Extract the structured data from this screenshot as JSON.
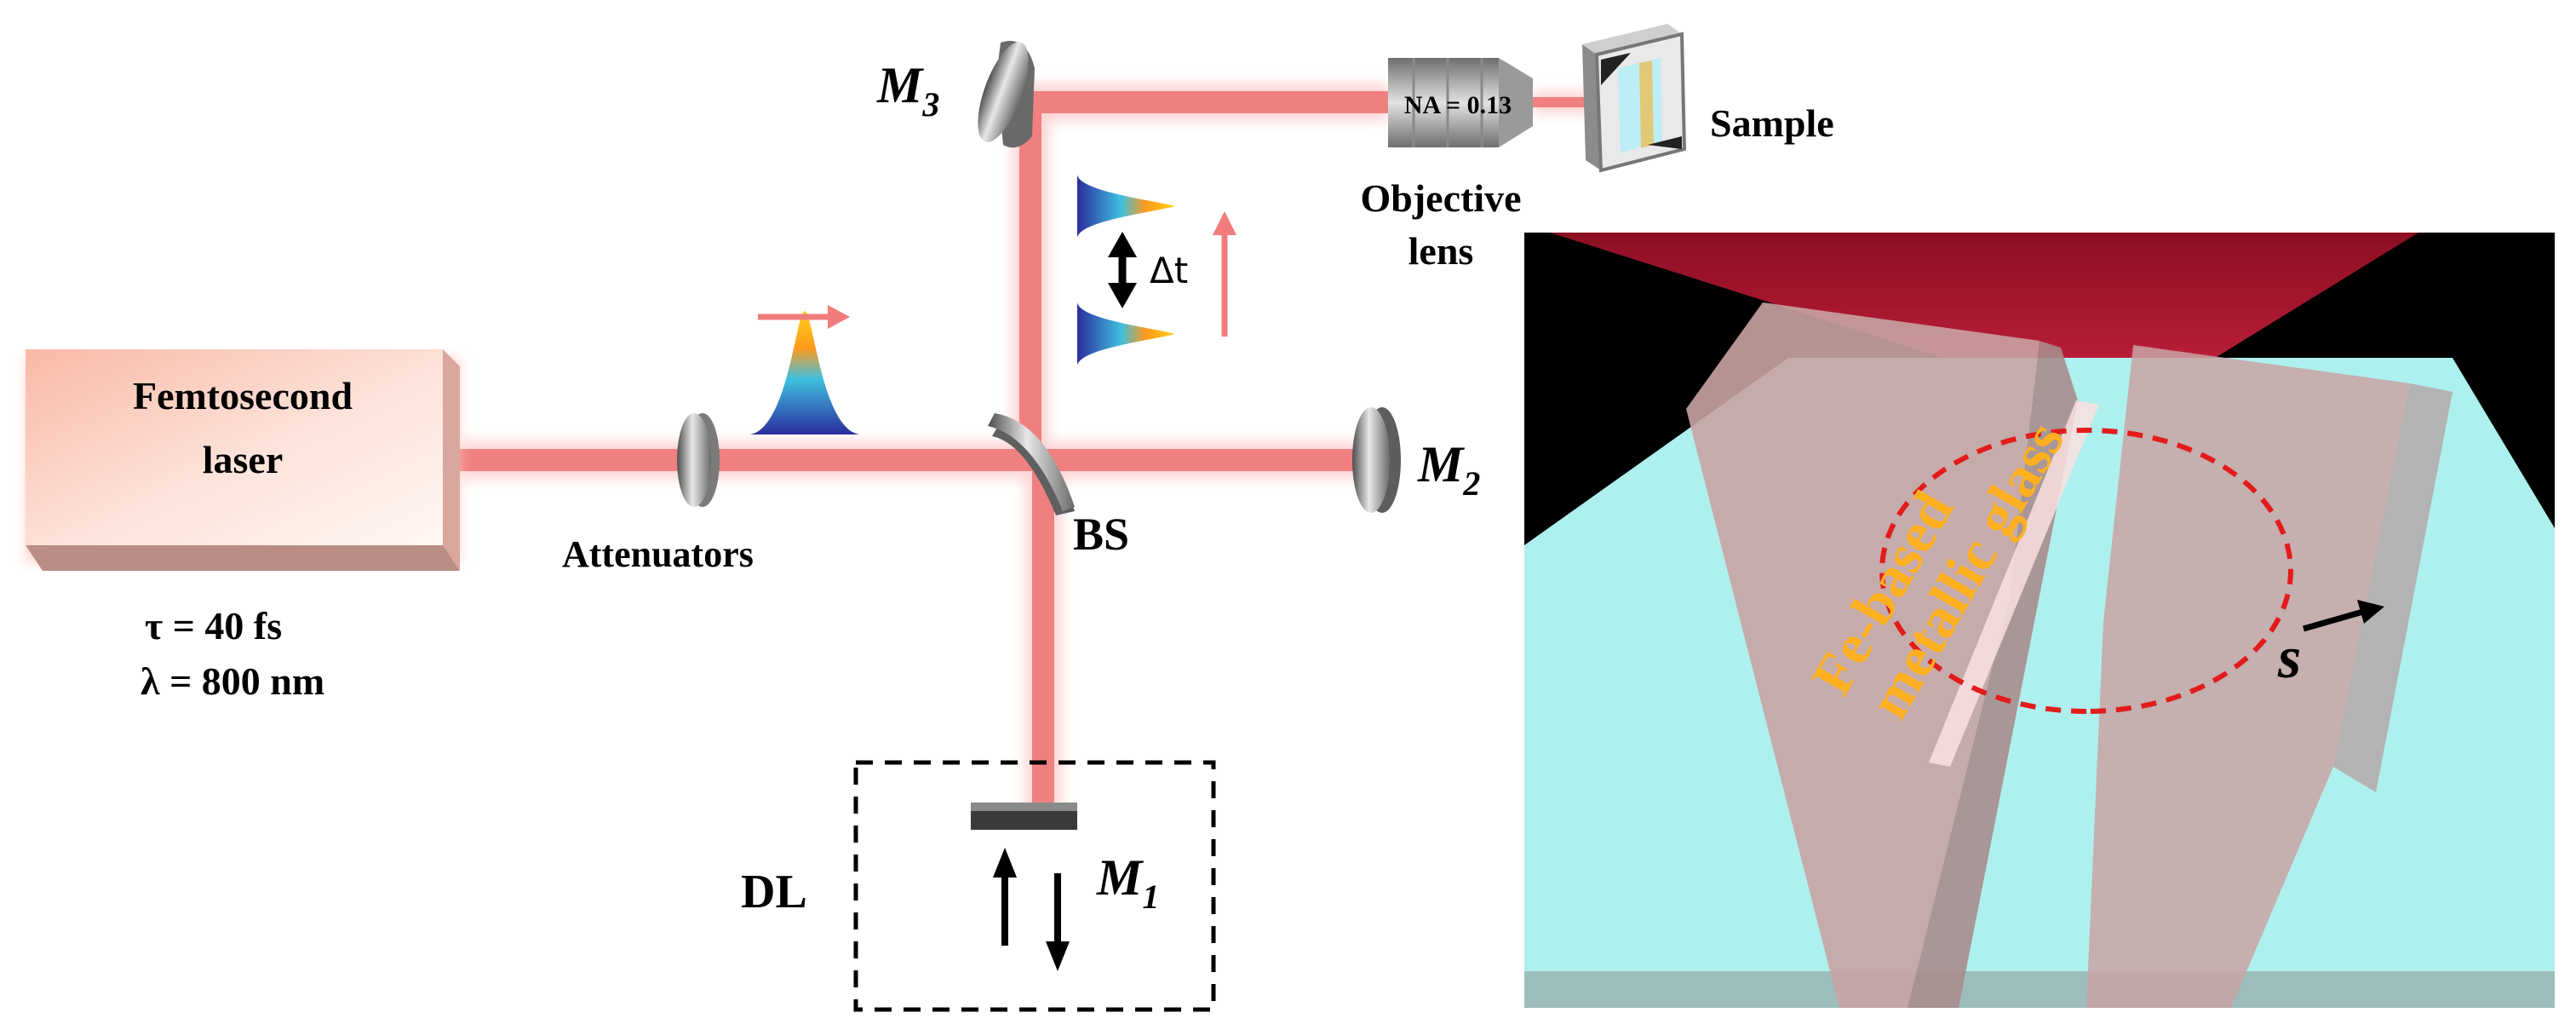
{
  "labels": {
    "laser_line1": "Femtosecond",
    "laser_line2": "laser",
    "tau": "τ = 40 fs",
    "lambda": "λ = 800 nm",
    "attenuators": "Attenuators",
    "beam_splitter": "BS",
    "m1_letter": "M",
    "m1_sub": "1",
    "m2_letter": "M",
    "m2_sub": "2",
    "m3_letter": "M",
    "m3_sub": "3",
    "delay_line": "DL",
    "objective_line1": "Objective",
    "objective_line2": "lens",
    "numerical_aperture": "NA = 0.13",
    "sample": "Sample",
    "delta_t": "Δt",
    "sample_text_line1": "Fe-based",
    "sample_text_line2": "metallic glass",
    "scan_direction": "s"
  },
  "colors": {
    "beam": "#f08080",
    "beam_glow": "#fbd0d0",
    "focus_cone": "#a5102c",
    "substrate": "#aef0ee",
    "glass_film": "#c9a3a3",
    "dashed_circle": "#e31b1b",
    "sample_text": "#ffb020",
    "arrow_pink": "#f27c7c"
  }
}
